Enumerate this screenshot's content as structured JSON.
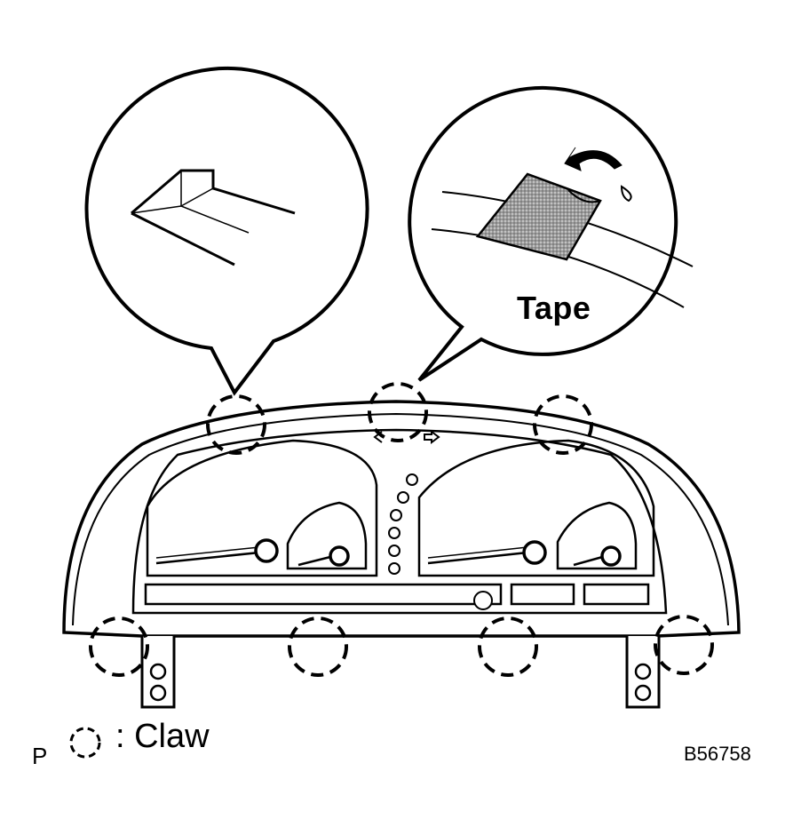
{
  "labels": {
    "tape": "Tape",
    "legend_symbol_text": ": Claw",
    "legend_letter": "P",
    "figure_id": "B56758"
  },
  "colors": {
    "line": "#000000",
    "tape_fill": "#8a8a8a",
    "background": "#ffffff"
  },
  "claw_count": 7,
  "icons": {
    "legend_symbol": "dashed-circle-icon",
    "arrow": "curved-arrow-icon"
  }
}
